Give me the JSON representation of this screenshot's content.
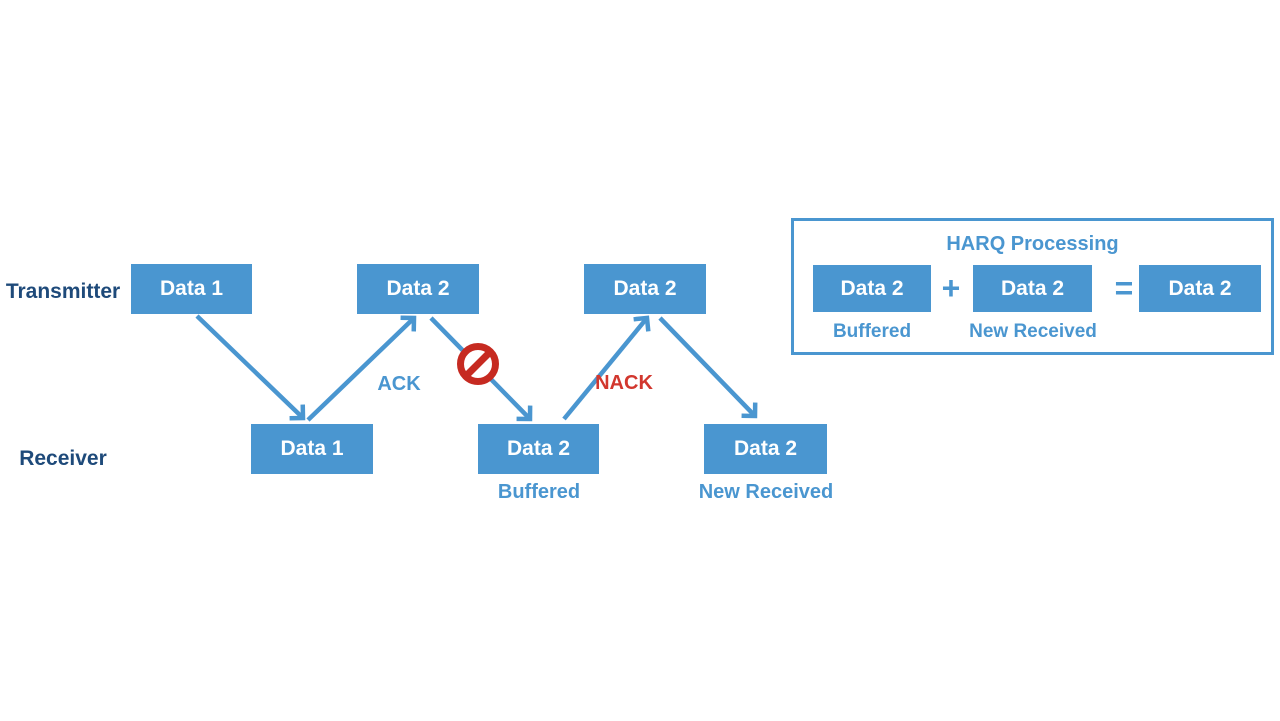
{
  "diagram": {
    "transmitter_label": "Transmitter",
    "receiver_label": "Receiver",
    "tx_boxes": [
      "Data 1",
      "Data 2",
      "Data 2"
    ],
    "rx_boxes": [
      {
        "label": "Data 1",
        "caption": ""
      },
      {
        "label": "Data 2",
        "caption": "Buffered"
      },
      {
        "label": "Data 2",
        "caption": "New Received"
      }
    ],
    "ack_label": "ACK",
    "nack_label": "NACK",
    "blocked_icon": "no-entry",
    "harq_panel": {
      "title": "HARQ Processing",
      "operand_boxes": [
        {
          "label": "Data 2",
          "caption": "Buffered"
        },
        {
          "label": "Data 2",
          "caption": "New Received"
        }
      ],
      "plus_sign": "+",
      "equals_sign": "=",
      "result_box": {
        "label": "Data 2"
      }
    },
    "colors": {
      "box_blue": "#4a96d0",
      "navy_text": "#1e4a7a",
      "nack_red": "#d2372e",
      "blocked_red": "#c62a21",
      "box_text": "#ffffff",
      "background": "#ffffff"
    }
  }
}
